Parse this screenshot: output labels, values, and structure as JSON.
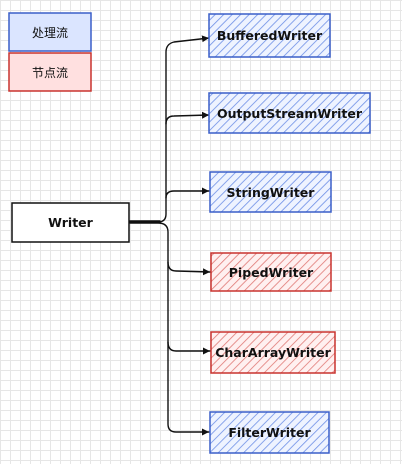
{
  "legend": [
    {
      "label": "处理流",
      "color": "#3a5fc9",
      "fill": "#dbe5ff"
    },
    {
      "label": "节点流",
      "color": "#c9332f",
      "fill": "#ffe0e0"
    }
  ],
  "root": {
    "label": "Writer"
  },
  "children": [
    {
      "label": "BufferedWriter",
      "kind": "处理流"
    },
    {
      "label": "OutputStreamWriter",
      "kind": "处理流"
    },
    {
      "label": "StringWriter",
      "kind": "处理流"
    },
    {
      "label": "PipedWriter",
      "kind": "节点流"
    },
    {
      "label": "CharArrayWriter",
      "kind": "节点流"
    },
    {
      "label": "FilterWriter",
      "kind": "处理流"
    }
  ]
}
